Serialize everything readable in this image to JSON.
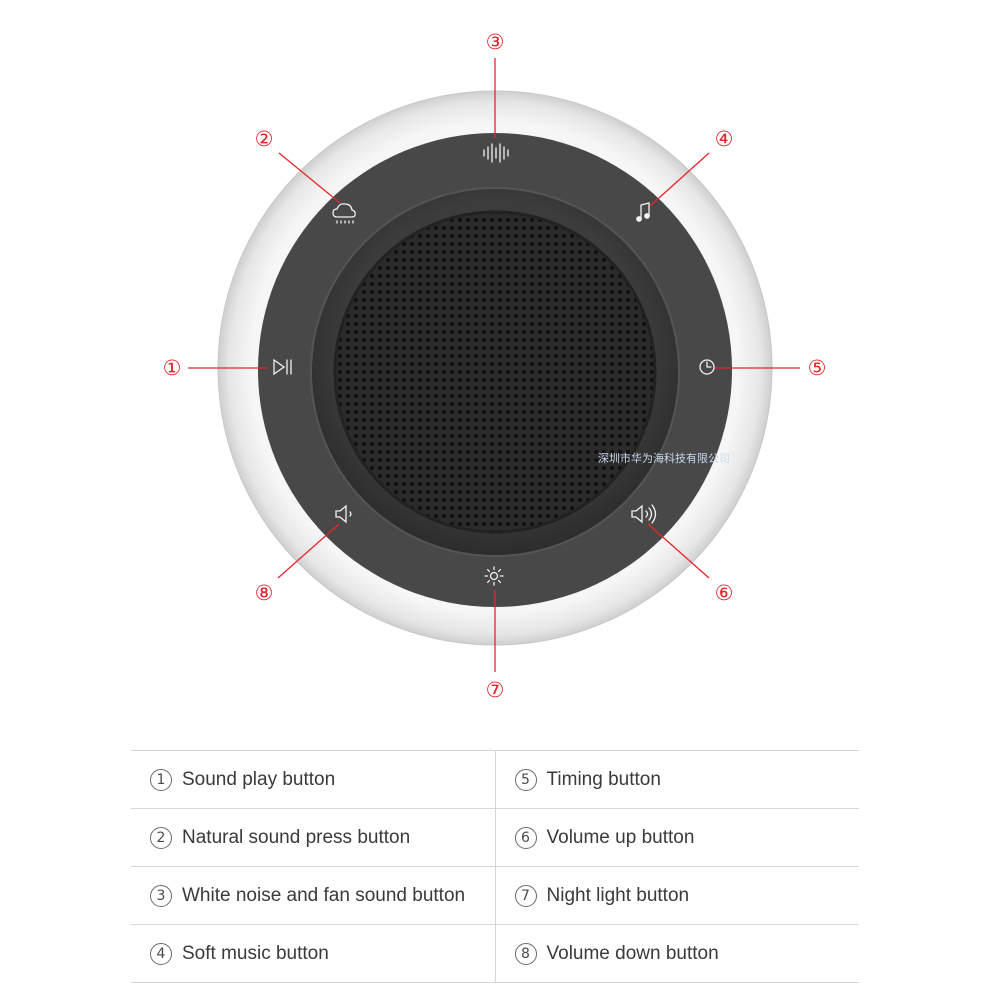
{
  "device": {
    "buttons": [
      {
        "num": "①",
        "label": "Sound play button",
        "icon": "play-pause-icon"
      },
      {
        "num": "②",
        "label": "Natural sound press button",
        "icon": "rain-cloud-icon"
      },
      {
        "num": "③",
        "label": "White noise and fan sound button",
        "icon": "sound-wave-icon"
      },
      {
        "num": "④",
        "label": "Soft music button",
        "icon": "music-note-icon"
      },
      {
        "num": "⑤",
        "label": "Timing button",
        "icon": "clock-icon"
      },
      {
        "num": "⑥",
        "label": "Volume up button",
        "icon": "volume-up-icon"
      },
      {
        "num": "⑦",
        "label": "Night light button",
        "icon": "sun-icon"
      },
      {
        "num": "⑧",
        "label": "Volume down button",
        "icon": "volume-down-icon"
      }
    ],
    "watermark": "深圳市华为海科技有限公司",
    "colors": {
      "callout": "#e4262c",
      "panel": "#4a4a4a",
      "ring": "#ececec"
    }
  }
}
